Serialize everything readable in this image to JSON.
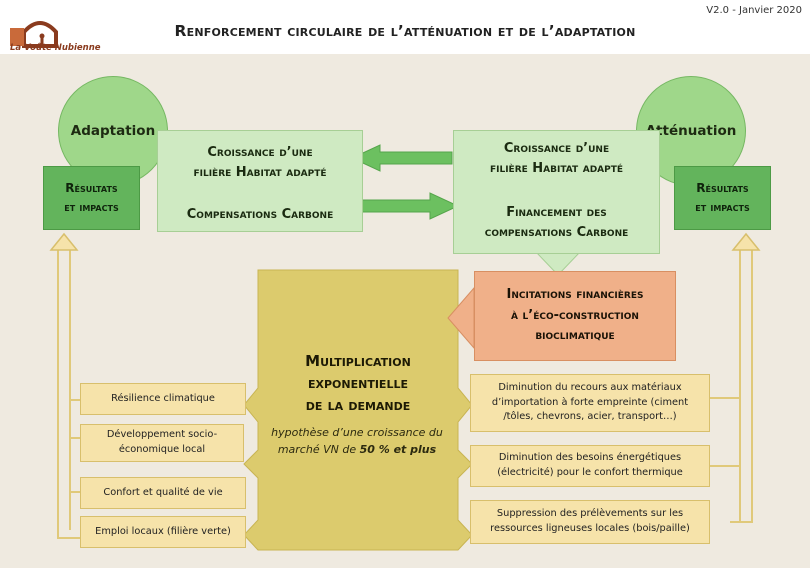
{
  "header": {
    "title": "Renforcement circulaire de l’atténuation et de l’adaptation",
    "version": "V2.0 - Janvier 2020",
    "logo_text": "La Voûte Nubienne"
  },
  "left_circle": "Adaptation",
  "right_circle": "Atténuation",
  "left_results": [
    "Résultats",
    "et impacts"
  ],
  "right_results": [
    "Résultats",
    "et impacts"
  ],
  "left_box": {
    "line1": "Croissance d’une",
    "line2": "filière Habitat adapté",
    "line3": "Compensations Carbone"
  },
  "right_box": {
    "line1": "Croissance d’une",
    "line2": "filière Habitat adapté",
    "line3": "Financement des",
    "line4": "compensations Carbone"
  },
  "incitations": [
    "Incitations financières",
    "à l’éco-construction",
    "bioclimatique"
  ],
  "center": {
    "title": [
      "Multiplication",
      "exponentielle",
      "de la demande"
    ],
    "subtitle_prefix": "hypothèse d’une croissance du marché VN de ",
    "subtitle_bold": "50 % et plus"
  },
  "left_items": [
    "Résilience climatique",
    "Développement socio-économique local",
    "Confort et qualité de vie",
    "Emploi locaux (filière verte)"
  ],
  "right_items": [
    "Diminution du recours aux matériaux d’importation à forte empreinte (ciment /tôles, chevrons, acier, transport…)",
    "Diminution des besoins énergétiques (électricité) pour le confort thermique",
    "Suppression des prélèvements sur les ressources ligneuses locales (bois/paille)"
  ],
  "colors": {
    "background": "#efeae0",
    "circle": "#9fd78a",
    "results": "#63b45c",
    "light_green": "#cfeac2",
    "arrow_green": "#6cc060",
    "orange": "#f0b089",
    "yellow_center": "#dccb6d",
    "yellow_item": "#f6e3aa"
  }
}
